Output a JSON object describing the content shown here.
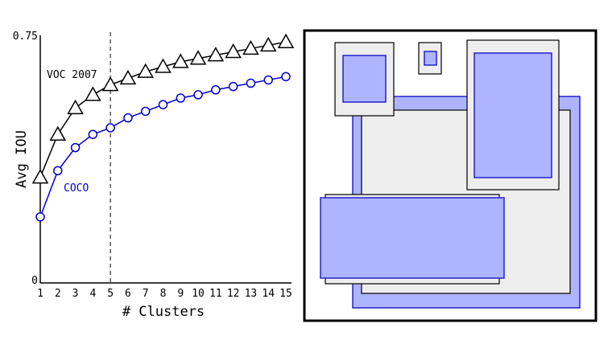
{
  "chart_data": [
    {
      "type": "line",
      "xlabel": "# Clusters",
      "ylabel": "Avg IOU",
      "xlim": [
        1,
        15
      ],
      "ylim": [
        0,
        0.75
      ],
      "x_ticks": [
        "1",
        "2",
        "3",
        "4",
        "5",
        "6",
        "7",
        "8",
        "9",
        "10",
        "11",
        "12",
        "13",
        "14",
        "15"
      ],
      "y_ticks": [
        "0",
        "0.75"
      ],
      "grid": false,
      "reference_line": {
        "x": 5,
        "style": "dashed"
      },
      "series": [
        {
          "name": "VOC 2007",
          "marker": "triangle",
          "color": "#000000",
          "x": [
            1,
            2,
            3,
            4,
            5,
            6,
            7,
            8,
            9,
            10,
            11,
            12,
            13,
            14,
            15
          ],
          "values": [
            0.32,
            0.45,
            0.53,
            0.57,
            0.6,
            0.62,
            0.64,
            0.655,
            0.67,
            0.68,
            0.69,
            0.7,
            0.71,
            0.72,
            0.73
          ]
        },
        {
          "name": "COCO",
          "marker": "circle",
          "color": "#0000cc",
          "x": [
            1,
            2,
            3,
            4,
            5,
            6,
            7,
            8,
            9,
            10,
            11,
            12,
            13,
            14,
            15
          ],
          "values": [
            0.2,
            0.34,
            0.41,
            0.45,
            0.47,
            0.5,
            0.52,
            0.54,
            0.56,
            0.57,
            0.585,
            0.595,
            0.605,
            0.615,
            0.625
          ]
        }
      ]
    }
  ],
  "diagram": {
    "border_color": "#000000",
    "fill_blue": "#aeb4ff",
    "stroke_blue": "#2222cc",
    "fill_gray": "#eeeeee"
  }
}
